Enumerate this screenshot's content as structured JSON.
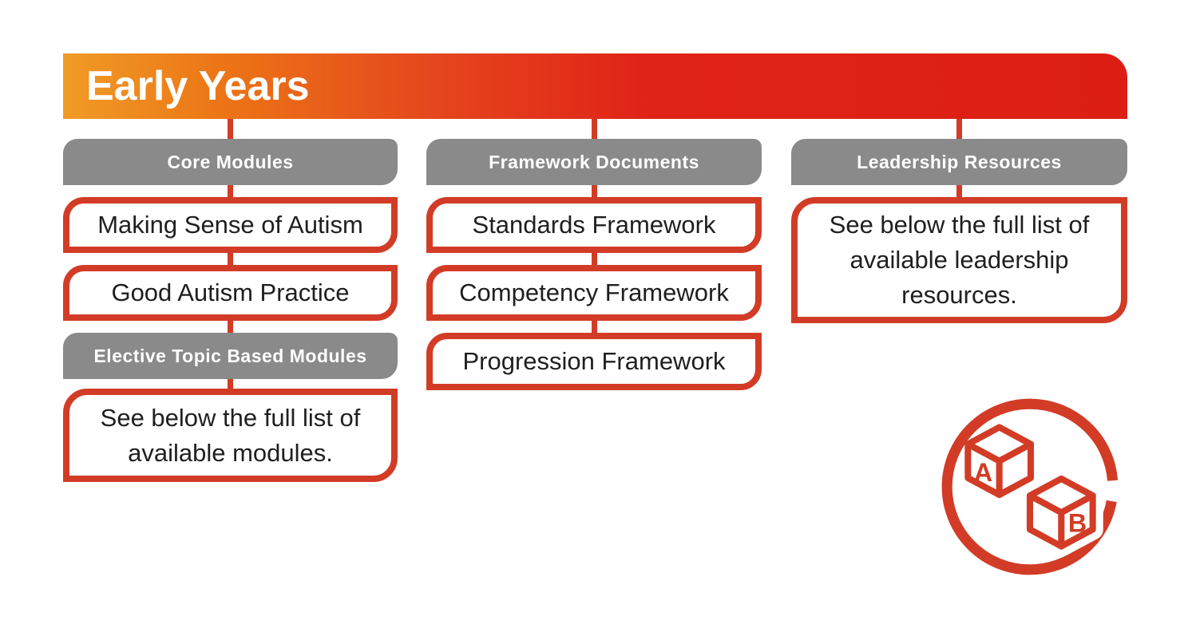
{
  "header": {
    "title": "Early Years"
  },
  "colors": {
    "accent_red": "#d23c26",
    "bar_gray": "#8a8a8a",
    "gradient_start": "#f09b26",
    "gradient_end": "#dd1f13",
    "text_dark": "#1f1f1f",
    "text_light": "#ffffff"
  },
  "columns": [
    {
      "header": "Core Modules",
      "box1": "Making Sense of Autism",
      "box2": "Good Autism Practice",
      "header2": "Elective Topic Based Modules",
      "box3": "See below the full list of available modules."
    },
    {
      "header": "Framework Documents",
      "box1": "Standards Framework",
      "box2": "Competency Framework",
      "box3": "Progression Framework"
    },
    {
      "header": "Leadership Resources",
      "box1": "See below the full list of available leadership resources."
    }
  ],
  "icon": {
    "letter_a": "A",
    "letter_b": "B"
  }
}
